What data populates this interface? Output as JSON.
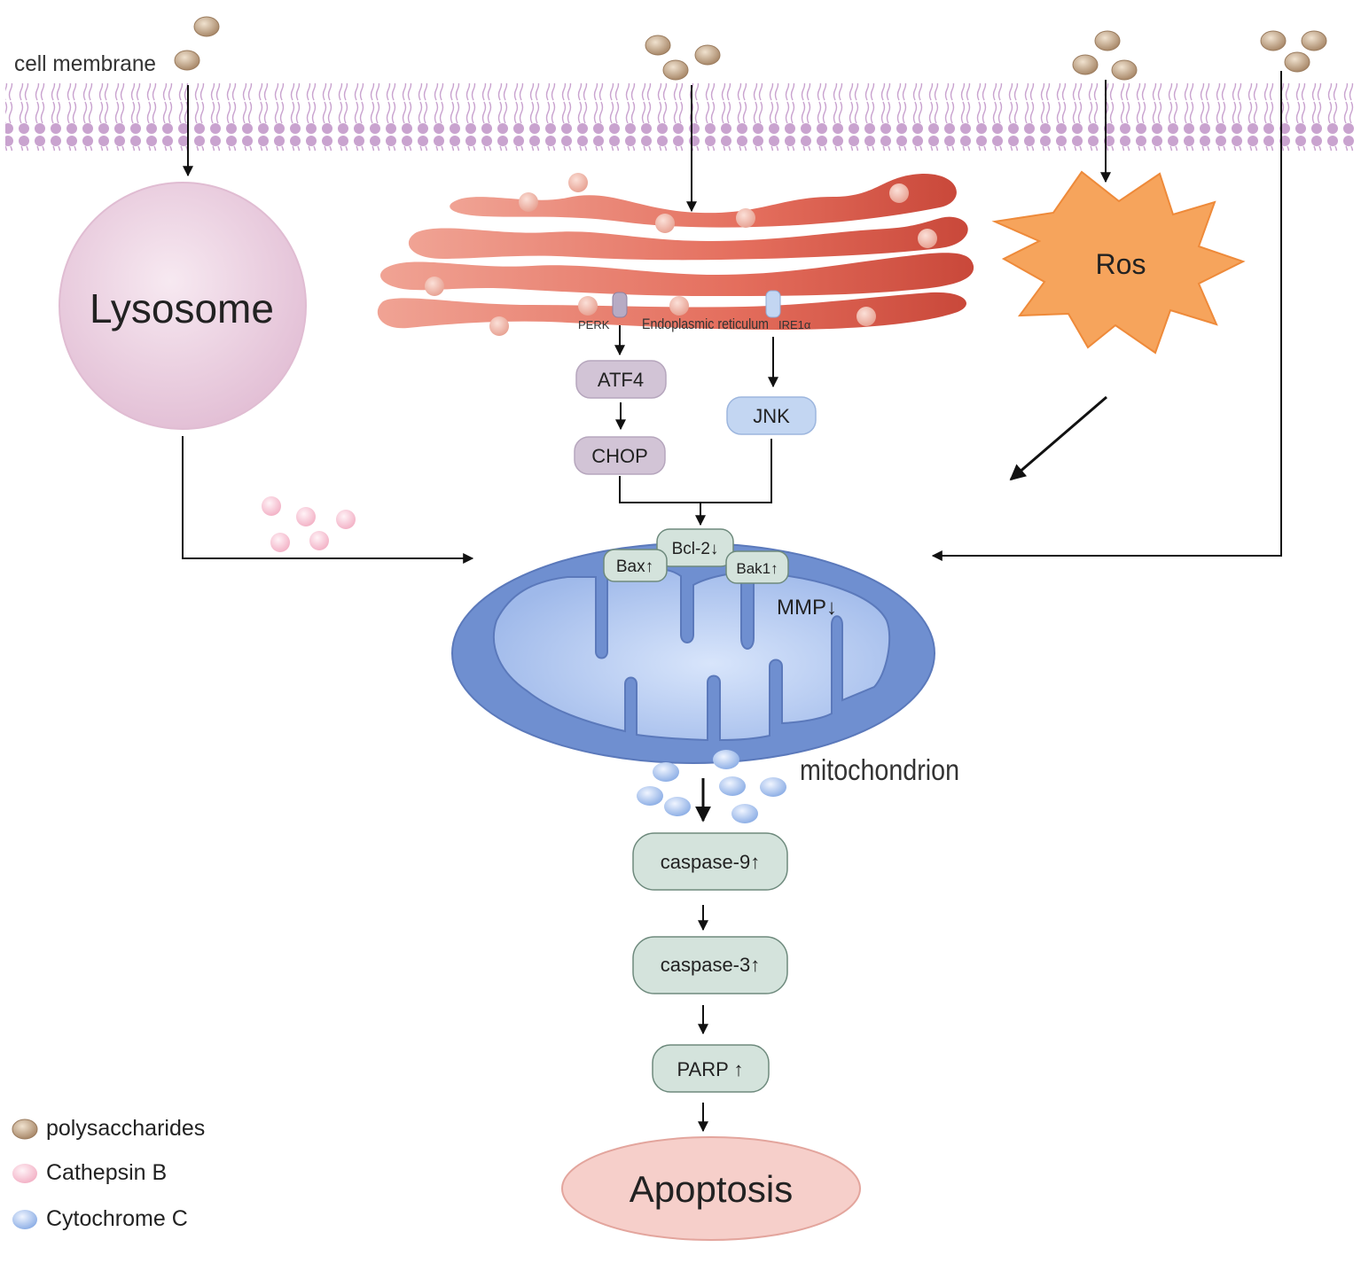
{
  "labels": {
    "cell_membrane": "cell membrane",
    "lysosome": "Lysosome",
    "endoplasmic_reticulum": "Endoplasmic reticulum",
    "perk": "PERK",
    "ire1a": "IRE1α",
    "ros": "Ros",
    "mitochondrion": "mitochondrion",
    "mmp": "MMP↓"
  },
  "nodes": {
    "atf4": "ATF4",
    "chop": "CHOP",
    "jnk": "JNK",
    "bcl2": "Bcl-2↓",
    "bax": "Bax↑",
    "bak1": "Bak1↑",
    "caspase9": "caspase-9↑",
    "caspase3": "caspase-3↑",
    "parp": "PARP ↑",
    "apoptosis": "Apoptosis"
  },
  "legend": [
    {
      "label": "polysaccharides",
      "color": "#b89a7c"
    },
    {
      "label": "Cathepsin B",
      "color": "#f5bfd0"
    },
    {
      "label": "Cytochrome C",
      "color": "#a9c1ec"
    }
  ],
  "colors": {
    "membrane": "#c9a3cf",
    "lysosome": "#ecd3e2",
    "er": "#e26a5a",
    "ros": "#f6a45c",
    "mito_outer": "#6f8fd0",
    "mito_inner": "#a9c1ec",
    "atf4_chop": "#d2c4d6",
    "jnk": "#c3d6f2",
    "caspase": "#d4e3dc",
    "apoptosis": "#f6cfca"
  }
}
